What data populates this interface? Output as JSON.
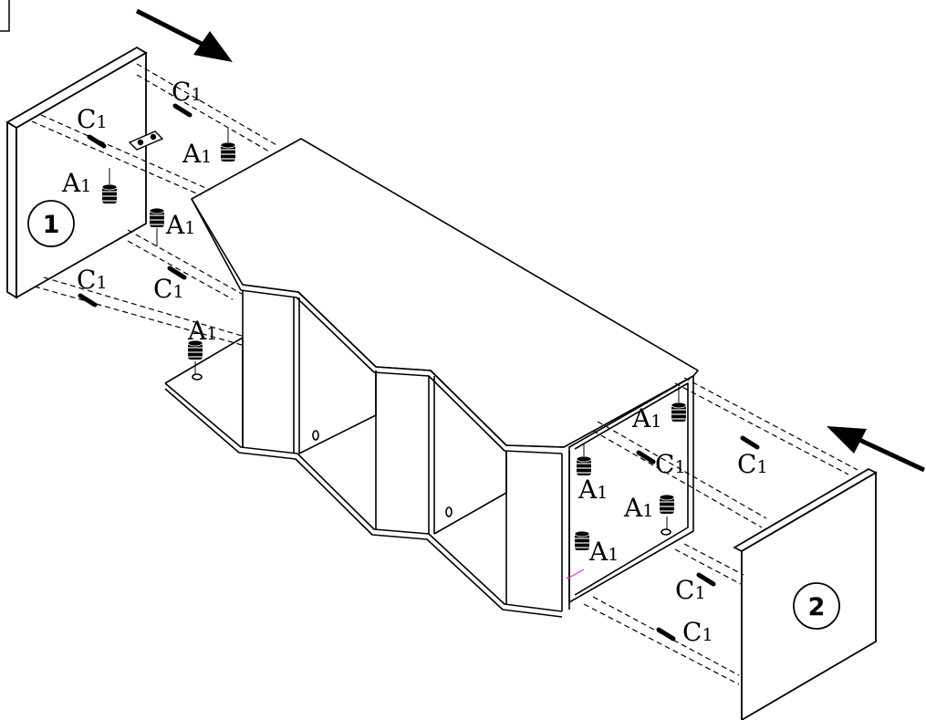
{
  "labels": {
    "cam": {
      "letter": "A",
      "sub": "1"
    },
    "dowel": {
      "letter": "C",
      "sub": "1"
    }
  },
  "panel_numbers": {
    "left": "1",
    "right": "2"
  },
  "colors": {
    "line": "#000000",
    "background": "#ffffff",
    "accent": "#d83bd8"
  },
  "icons": {
    "arrow": "arrow-icon",
    "cam_lock": "cam-lock-icon",
    "dowel": "dowel-icon"
  }
}
